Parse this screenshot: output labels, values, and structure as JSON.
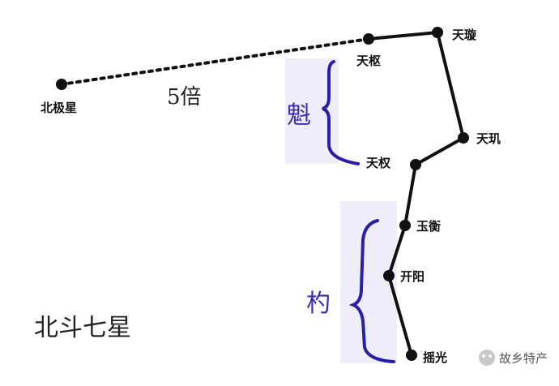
{
  "title": "北斗七星",
  "ratio_label": "5倍",
  "groups": {
    "kui": "魁",
    "shao": "杓"
  },
  "stars": {
    "polaris": "北极星",
    "tianshu": "天枢",
    "tianxuan": "天璇",
    "tianji": "天玑",
    "tianquan": "天权",
    "yuheng": "玉衡",
    "kaiyang": "开阳",
    "yaoguang": "摇光"
  },
  "watermark": "故乡特产",
  "colors": {
    "line": "#111111",
    "brace": "#2a1fa8",
    "group_text": "#3a2fb0",
    "shade": "#d9d3f2"
  }
}
